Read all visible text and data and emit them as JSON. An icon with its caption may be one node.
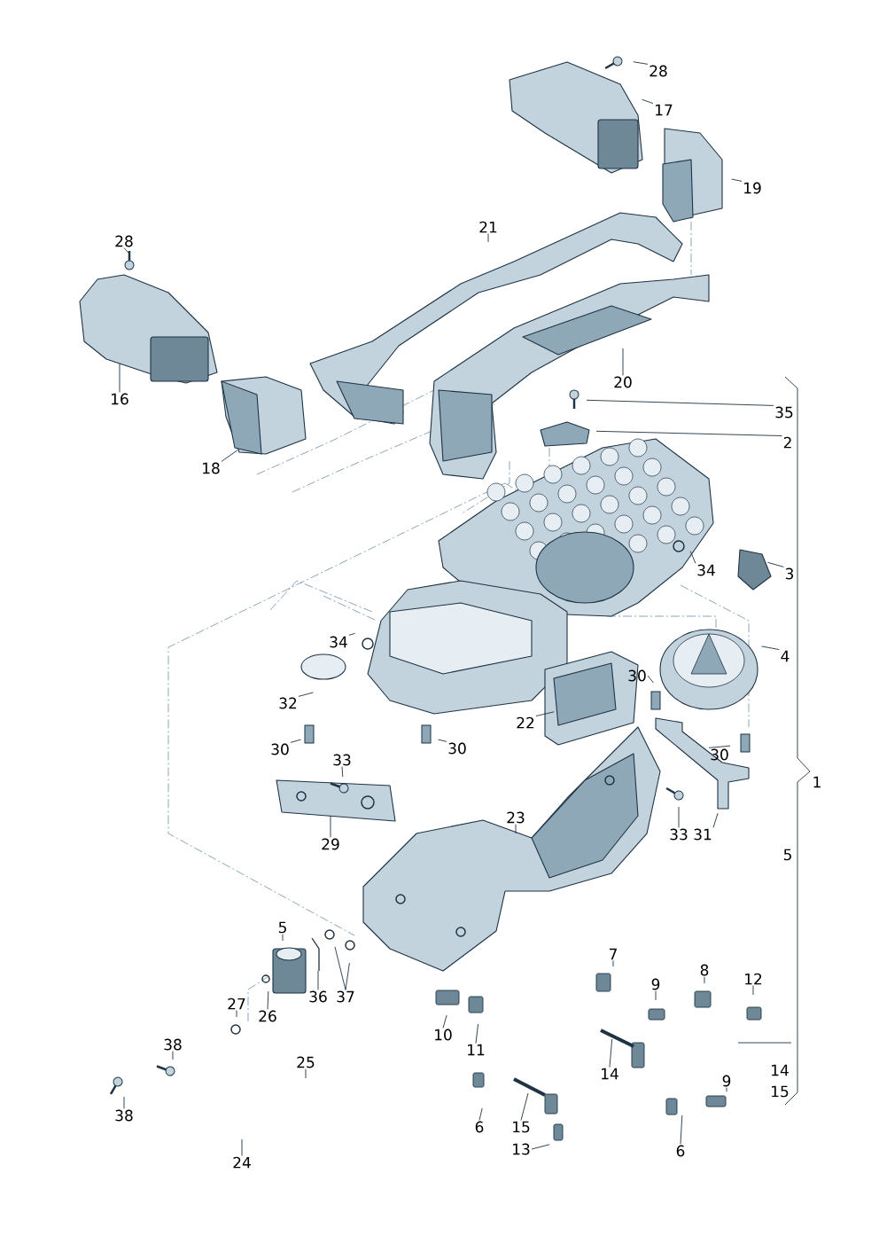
{
  "diagram": {
    "nodes": [
      {
        "text": [
          "28"
        ]
      },
      {
        "text": [
          "17"
        ]
      },
      {
        "text": [
          "19"
        ]
      },
      {
        "text": [
          "21"
        ]
      },
      {
        "text": [
          "28"
        ]
      },
      {
        "text": [
          "16"
        ]
      },
      {
        "text": [
          "20"
        ]
      },
      {
        "text": [
          "18"
        ]
      },
      {
        "text": [
          "35"
        ]
      },
      {
        "text": [
          "2"
        ]
      },
      {
        "text": [
          "34"
        ]
      },
      {
        "text": [
          "3"
        ]
      },
      {
        "text": [
          "4"
        ]
      },
      {
        "text": [
          "34"
        ]
      },
      {
        "text": [
          "32"
        ]
      },
      {
        "text": [
          "30"
        ]
      },
      {
        "text": [
          "22"
        ]
      },
      {
        "text": [
          "30"
        ]
      },
      {
        "text": [
          "30"
        ]
      },
      {
        "text": [
          "33"
        ]
      },
      {
        "text": [
          "30"
        ]
      },
      {
        "text": [
          "29"
        ]
      },
      {
        "text": [
          "23"
        ]
      },
      {
        "text": [
          "33"
        ]
      },
      {
        "text": [
          "31"
        ]
      },
      {
        "text": [
          "5"
        ]
      },
      {
        "text": [
          "36"
        ]
      },
      {
        "text": [
          "37"
        ]
      },
      {
        "text": [
          "27"
        ]
      },
      {
        "text": [
          "26"
        ]
      },
      {
        "text": [
          "7"
        ]
      },
      {
        "text": [
          "8"
        ]
      },
      {
        "text": [
          "12"
        ]
      },
      {
        "text": [
          "9"
        ]
      },
      {
        "text": [
          "10"
        ]
      },
      {
        "text": [
          "11"
        ]
      },
      {
        "text": [
          "38"
        ]
      },
      {
        "text": [
          "25"
        ]
      },
      {
        "text": [
          "14"
        ]
      },
      {
        "text": [
          "14"
        ]
      },
      {
        "text": [
          "15"
        ]
      },
      {
        "text": [
          "9"
        ]
      },
      {
        "text": [
          "38"
        ]
      },
      {
        "text": [
          "6"
        ]
      },
      {
        "text": [
          "15"
        ]
      },
      {
        "text": [
          "13"
        ]
      },
      {
        "text": [
          "6"
        ]
      },
      {
        "text": [
          "24"
        ]
      }
    ],
    "edges": [
      {
        "from": 0,
        "to": null,
        "arrow": "none"
      },
      {
        "from": 1,
        "to": null,
        "arrow": "none"
      },
      {
        "from": 2,
        "to": null,
        "arrow": "none"
      },
      {
        "from": 3,
        "to": null,
        "arrow": "none"
      },
      {
        "from": 4,
        "to": null,
        "arrow": "none"
      },
      {
        "from": 5,
        "to": null,
        "arrow": "none"
      },
      {
        "from": 6,
        "to": null,
        "arrow": "none"
      },
      {
        "from": 7,
        "to": null,
        "arrow": "none"
      },
      {
        "from": 8,
        "to": null,
        "arrow": "none"
      },
      {
        "from": 9,
        "to": null,
        "arrow": "none"
      },
      {
        "from": 10,
        "to": null,
        "arrow": "none"
      },
      {
        "from": 11,
        "to": null,
        "arrow": "none"
      },
      {
        "from": 12,
        "to": null,
        "arrow": "none"
      },
      {
        "from": 13,
        "to": null,
        "arrow": "none"
      },
      {
        "from": 14,
        "to": null,
        "arrow": "none"
      },
      {
        "from": 15,
        "to": null,
        "arrow": "none"
      },
      {
        "from": 16,
        "to": null,
        "arrow": "none"
      },
      {
        "from": 17,
        "to": null,
        "arrow": "none"
      },
      {
        "from": 18,
        "to": null,
        "arrow": "none"
      },
      {
        "from": 19,
        "to": null,
        "arrow": "none"
      },
      {
        "from": 20,
        "to": null,
        "arrow": "none"
      },
      {
        "from": 21,
        "to": null,
        "arrow": "none"
      },
      {
        "from": 22,
        "to": null,
        "arrow": "none"
      },
      {
        "from": 23,
        "to": null,
        "arrow": "none"
      },
      {
        "from": 24,
        "to": null,
        "arrow": "none"
      },
      {
        "from": 25,
        "to": null,
        "arrow": "none"
      },
      {
        "from": 26,
        "to": null,
        "arrow": "none"
      },
      {
        "from": 27,
        "to": null,
        "arrow": "none"
      },
      {
        "from": 27,
        "to": null,
        "arrow": "none"
      },
      {
        "from": 28,
        "to": null,
        "arrow": "none"
      },
      {
        "from": 29,
        "to": null,
        "arrow": "none"
      },
      {
        "from": 30,
        "to": null,
        "arrow": "none"
      },
      {
        "from": 31,
        "to": null,
        "arrow": "none"
      },
      {
        "from": 32,
        "to": null,
        "arrow": "none"
      },
      {
        "from": 33,
        "to": null,
        "arrow": "none"
      },
      {
        "from": 34,
        "to": null,
        "arrow": "none"
      },
      {
        "from": 35,
        "to": null,
        "arrow": "none"
      },
      {
        "from": 36,
        "to": null,
        "arrow": "none"
      },
      {
        "from": 37,
        "to": null,
        "arrow": "none"
      },
      {
        "from": 38,
        "to": null,
        "arrow": "none"
      },
      {
        "from": 39,
        "to": null,
        "arrow": "none"
      },
      {
        "from": 41,
        "to": null,
        "arrow": "none"
      },
      {
        "from": 42,
        "to": null,
        "arrow": "none"
      },
      {
        "from": 43,
        "to": null,
        "arrow": "none"
      },
      {
        "from": 44,
        "to": null,
        "arrow": "none"
      },
      {
        "from": 45,
        "to": null,
        "arrow": "none"
      },
      {
        "from": 46,
        "to": null,
        "arrow": "none"
      },
      {
        "from": 47,
        "to": null,
        "arrow": "none"
      }
    ],
    "labels": [
      "1",
      "5"
    ]
  }
}
